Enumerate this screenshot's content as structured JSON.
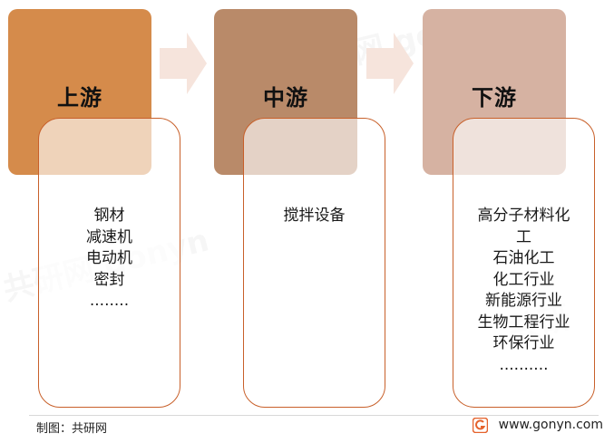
{
  "stages": [
    {
      "title": "上游",
      "color": "#d58b4b",
      "items": [
        "钢材",
        "减速机",
        "电动机",
        "密封",
        "........"
      ]
    },
    {
      "title": "中游",
      "color": "#b98a69",
      "items": [
        "搅拌设备"
      ]
    },
    {
      "title": "下游",
      "color": "#d6b2a2",
      "items": [
        "高分子材料化",
        "工",
        "石油化工",
        "化工行业",
        "新能源行业",
        "生物工程行业",
        "环保行业",
        ".........."
      ]
    }
  ],
  "arrow_color": "#f6e4dc",
  "border_color": "#c8602a",
  "footer": {
    "source": "制图：共研网",
    "website": "www.gonyn.com",
    "logo_color": "#e5622c"
  }
}
